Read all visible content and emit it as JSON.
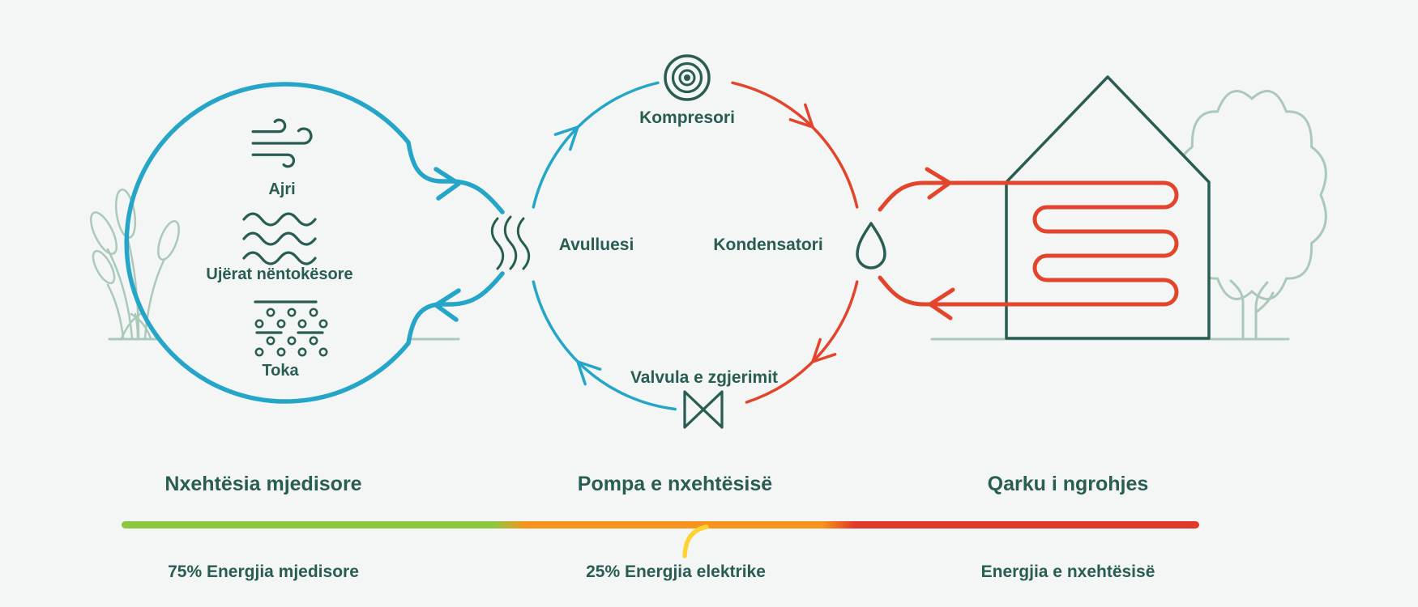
{
  "colors": {
    "background": "#f3f6f4",
    "source_blue": "#25a5c8",
    "hot_red": "#e2452c",
    "ink_teal": "#295c52",
    "sage": "#abc9bb",
    "bar_green": "#8dc63f",
    "bar_orange": "#f7941d",
    "bar_red": "#e23a28",
    "electric_yellow": "#ffd234"
  },
  "environment_loop": {
    "sources": [
      {
        "icon": "wind-icon",
        "label": "Ajri"
      },
      {
        "icon": "groundwater-waves-icon",
        "label": "Ujërat nëntokësore"
      },
      {
        "icon": "soil-icon",
        "label": "Toka"
      }
    ]
  },
  "heat_pump_cycle": {
    "components": [
      {
        "icon": "compressor-icon",
        "label": "Kompresori",
        "position": "top"
      },
      {
        "icon": "condenser-droplet-icon",
        "label": "Kondensatori",
        "position": "right"
      },
      {
        "icon": "expansion-valve-icon",
        "label": "Valvula e zgjerimit",
        "position": "bottom"
      },
      {
        "icon": "evaporator-steam-icon",
        "label": "Avulluesi",
        "position": "left"
      }
    ]
  },
  "energy_bar": {
    "segments": [
      {
        "title": "Nxehtësia mjedisore",
        "caption": "75% Energjia mjedisore",
        "color": "#8dc63f"
      },
      {
        "title": "Pompa e nxehtësisë",
        "caption": "25% Energjia elektrike",
        "color": "#f7941d"
      },
      {
        "title": "Qarku i ngrohjes",
        "caption": "Energjia e nxehtësisë",
        "color": "#e23a28"
      }
    ]
  }
}
